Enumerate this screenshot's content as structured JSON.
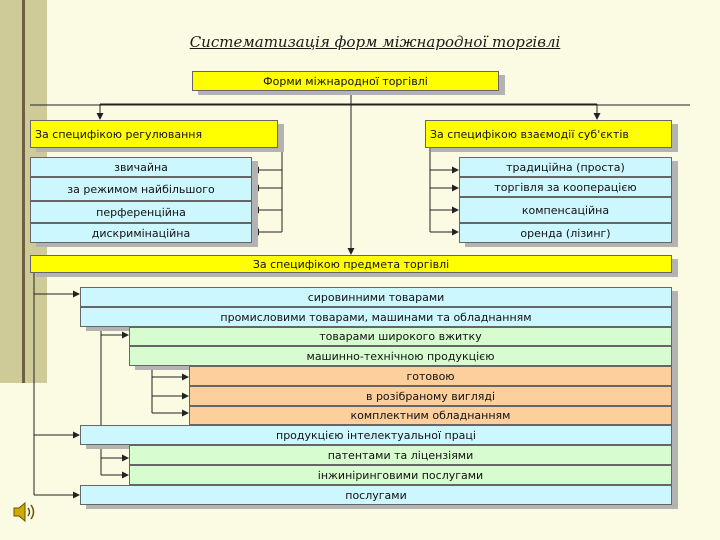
{
  "title": "Систематизація форм міжнародної торгівлі",
  "root": "Форми міжнародної торгівлі",
  "regulation": {
    "header": "За специфікою регулювання",
    "items": [
      "звичайна",
      "за режимом найбільшого",
      "перференційна",
      "дискримінаційна"
    ]
  },
  "interaction": {
    "header": "За специфікою взаємодії суб'єктів",
    "items": [
      "традиційна (проста)",
      "торгівля за кооперацією",
      "компенсаційна",
      "оренда (лізинг)"
    ]
  },
  "subject": {
    "header": "За специфікою предмета торгівлі",
    "items": [
      "сировинними товарами",
      "промисловими товарами, машинами та обладнанням",
      "товарами широкого вжитку",
      "машинно-технічною продукцією",
      "готовою",
      "в розібраному вигляді",
      "комплектним обладнанням",
      "продукцією інтелектуальної праці",
      "патентами та ліцензіями",
      "інжиніринговими послугами",
      "послугами"
    ]
  },
  "colors": {
    "yellow": "#ffff00",
    "blue": "#cdf7ff",
    "green": "#d7fccf",
    "orange": "#fccf9d",
    "background": "#fbfbe3"
  },
  "icons": [
    "speaker-icon"
  ]
}
